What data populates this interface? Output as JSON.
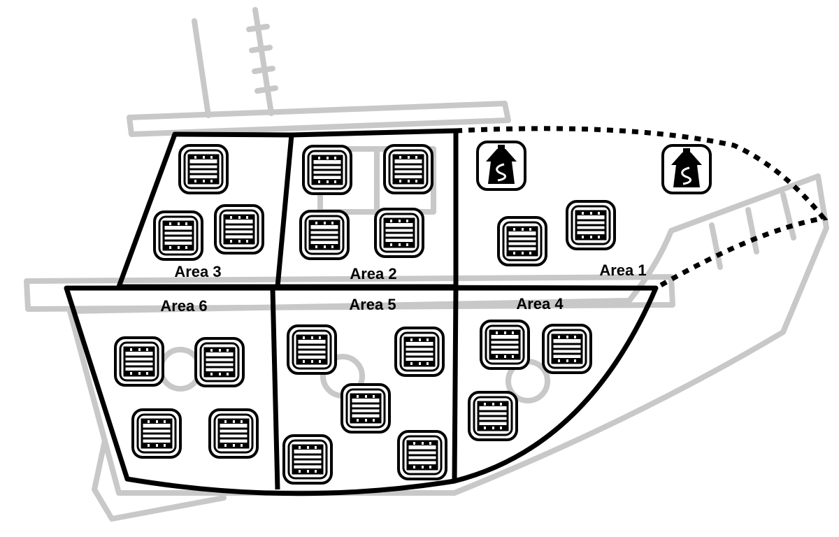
{
  "colors": {
    "background": "#ffffff",
    "ink": "#000000",
    "ghost_ship": "#c8c8c8"
  },
  "icons": {
    "crate": "cargo-crate-icon",
    "special": "potion-flask-icon"
  },
  "areas": [
    {
      "id": "area-1",
      "label": "Area 1",
      "crates": 2,
      "special_items": 2,
      "boundary": "dotted"
    },
    {
      "id": "area-2",
      "label": "Area 2",
      "crates": 4,
      "special_items": 0,
      "boundary": "solid"
    },
    {
      "id": "area-3",
      "label": "Area 3",
      "crates": 3,
      "special_items": 0,
      "boundary": "solid"
    },
    {
      "id": "area-4",
      "label": "Area 4",
      "crates": 3,
      "special_items": 0,
      "boundary": "solid"
    },
    {
      "id": "area-5",
      "label": "Area 5",
      "crates": 5,
      "special_items": 0,
      "boundary": "solid"
    },
    {
      "id": "area-6",
      "label": "Area 6",
      "crates": 4,
      "special_items": 0,
      "boundary": "solid"
    }
  ]
}
